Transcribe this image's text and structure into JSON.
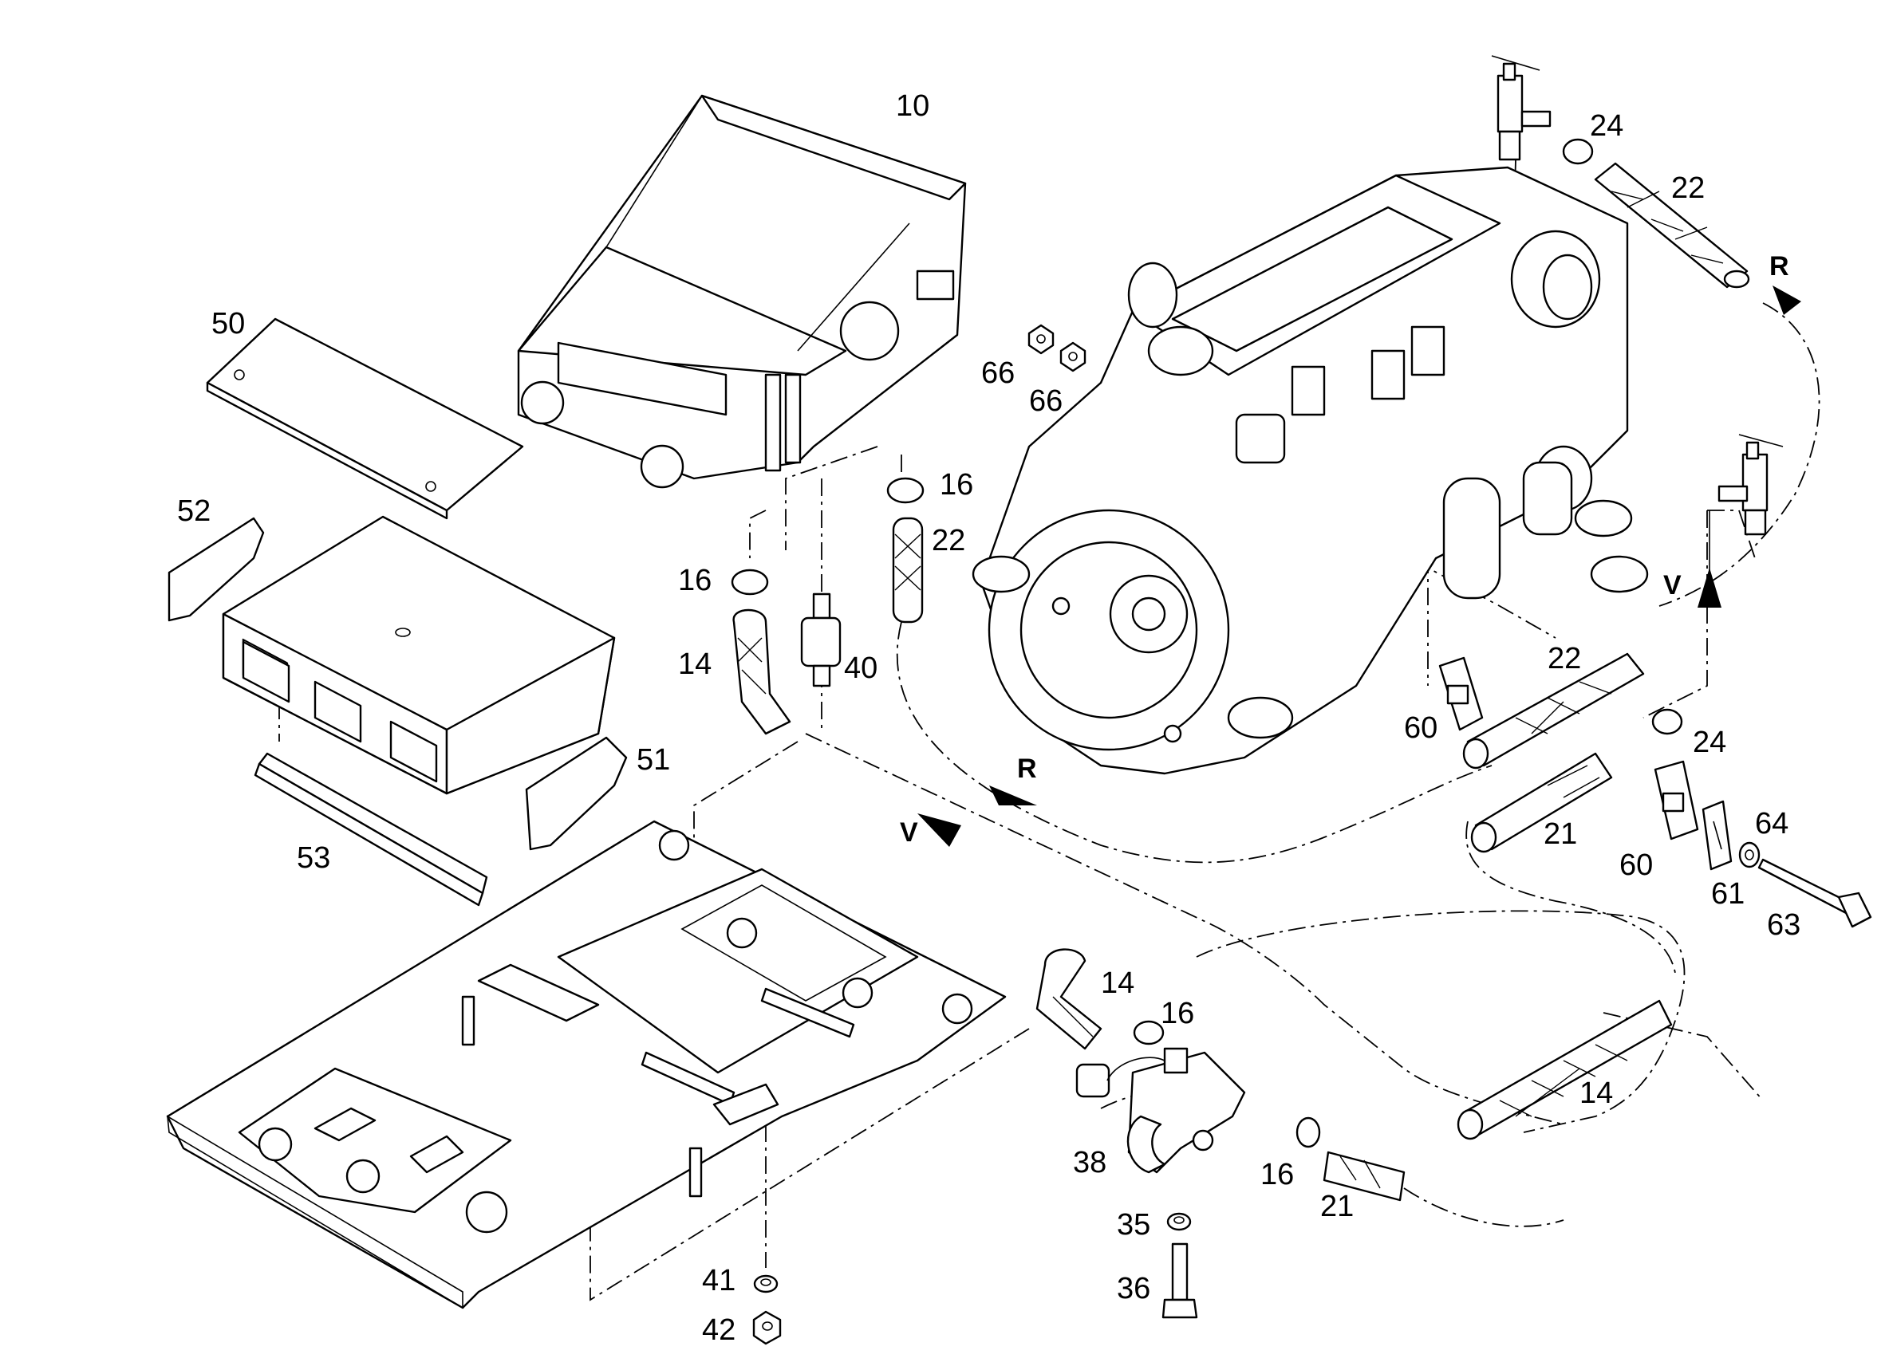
{
  "parts": {
    "heater_unit": "10",
    "hose_14_upper": "14",
    "hose_14_lower": "14",
    "hose_14_long": "14",
    "clamp_16_left": "16",
    "clamp_16_top": "16",
    "clamp_16_valve": "16",
    "clamp_16_lower": "16",
    "hose_21_right": "21",
    "hose_21_lower": "21",
    "hose_22_top": "22",
    "hose_22_mid": "22",
    "hose_22_right": "22",
    "clamp_24_top": "24",
    "clamp_24_right": "24",
    "washer_35": "35",
    "bolt_36": "36",
    "valve_38": "38",
    "connector_40": "40",
    "washer_41": "41",
    "nut_42": "42",
    "cover_50": "50",
    "panel_51": "51",
    "panel_52": "52",
    "strip_53": "53",
    "bracket_60_upper": "60",
    "bracket_60_lower": "60",
    "plate_61": "61",
    "bolt_63": "63",
    "washer_64": "64",
    "nut_66_a": "66",
    "nut_66_b": "66"
  },
  "flow": {
    "return_top": "R",
    "return_mid": "R",
    "supply_right": "V",
    "supply_mid": "V"
  }
}
